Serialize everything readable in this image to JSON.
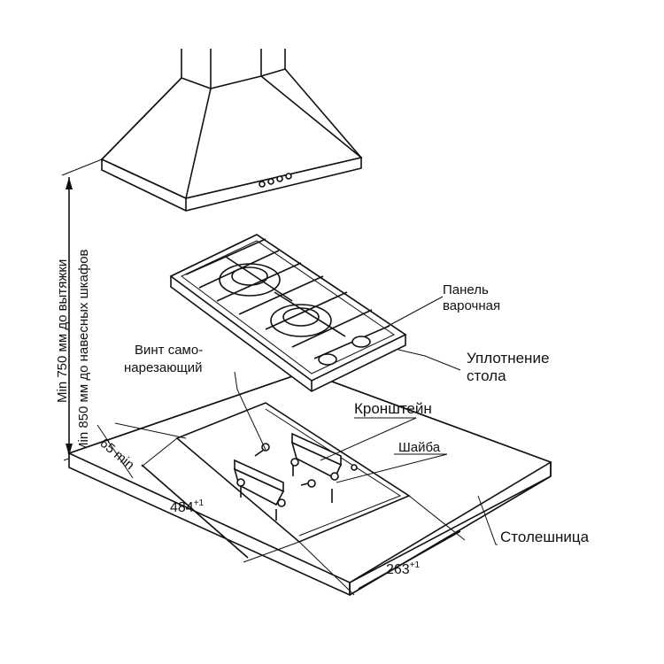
{
  "labels": {
    "panel_line1": "Панель",
    "panel_line2": "варочная",
    "seal_line1": "Уплотнение",
    "seal_line2": "стола",
    "screw_line1": "Винт само-",
    "screw_line2": "нарезающий",
    "bracket": "Кронштейн",
    "washer": "Шайба",
    "countertop": "Столешница"
  },
  "dimensions": {
    "height_hood": "Min 750 мм до вытяжки",
    "height_cabinets": "Min 850 мм до навесных шкафов",
    "edge_offset": "65 min",
    "cutout_depth": "484",
    "cutout_depth_tol": "+1",
    "cutout_width": "263",
    "cutout_width_tol": "+1"
  }
}
